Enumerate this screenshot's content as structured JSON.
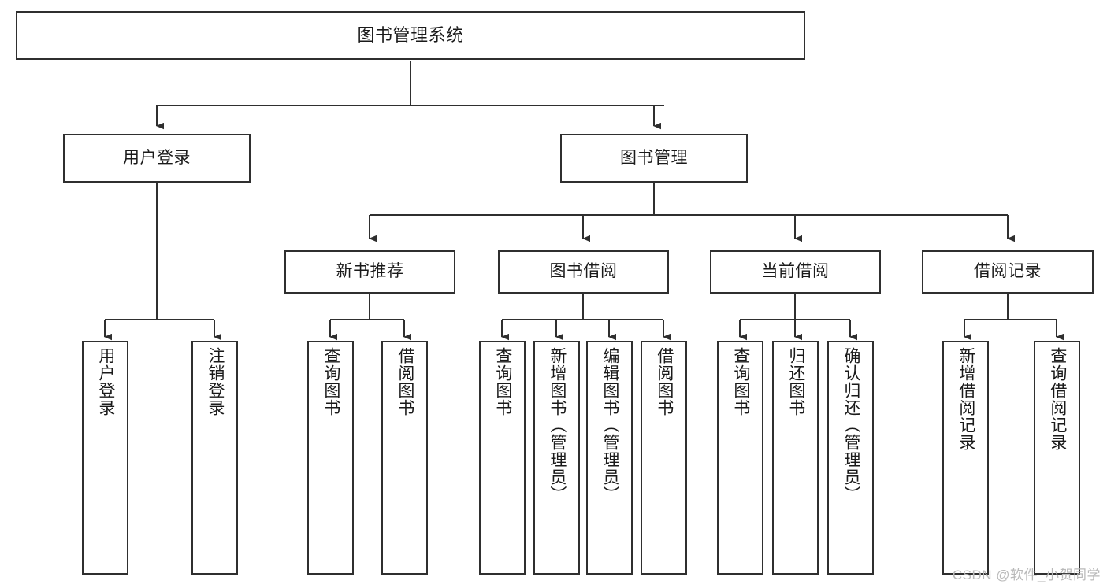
{
  "diagram": {
    "type": "tree-hierarchy",
    "title": "图书管理系统",
    "watermark": "CSDN @软件_小贺同学",
    "colors": {
      "box_border": "#2f2f2f",
      "box_fill": "#ffffff",
      "connector": "#2f2f2f",
      "text": "#1a1a1a",
      "watermark": "#b9b9b9",
      "background": "#ffffff"
    },
    "nodes": {
      "root": {
        "label": "图书管理系统",
        "orientation": "horizontal"
      },
      "level1": [
        {
          "id": "user-login",
          "label": "用户登录",
          "orientation": "horizontal"
        },
        {
          "id": "book-management",
          "label": "图书管理",
          "orientation": "horizontal"
        }
      ],
      "level2": [
        {
          "id": "new-book-recommend",
          "label": "新书推荐",
          "orientation": "horizontal"
        },
        {
          "id": "book-borrow",
          "label": "图书借阅",
          "orientation": "horizontal"
        },
        {
          "id": "current-borrow",
          "label": "当前借阅",
          "orientation": "horizontal"
        },
        {
          "id": "borrow-record",
          "label": "借阅记录",
          "orientation": "horizontal"
        }
      ],
      "leaves": [
        {
          "id": "leaf-user-login",
          "label": "用户登录",
          "parent": "user-login",
          "orientation": "vertical"
        },
        {
          "id": "leaf-logout",
          "label": "注销登录",
          "parent": "user-login",
          "orientation": "vertical"
        },
        {
          "id": "leaf-query-book-1",
          "label": "查询图书",
          "parent": "new-book-recommend",
          "orientation": "vertical"
        },
        {
          "id": "leaf-borrow-book-1",
          "label": "借阅图书",
          "parent": "new-book-recommend",
          "orientation": "vertical"
        },
        {
          "id": "leaf-query-book-2",
          "label": "查询图书",
          "parent": "book-borrow",
          "orientation": "vertical"
        },
        {
          "id": "leaf-add-book",
          "label": "新增图书（管理员）",
          "parent": "book-borrow",
          "orientation": "vertical"
        },
        {
          "id": "leaf-edit-book",
          "label": "编辑图书（管理员）",
          "parent": "book-borrow",
          "orientation": "vertical"
        },
        {
          "id": "leaf-borrow-book-2",
          "label": "借阅图书",
          "parent": "book-borrow",
          "orientation": "vertical"
        },
        {
          "id": "leaf-query-book-3",
          "label": "查询图书",
          "parent": "current-borrow",
          "orientation": "vertical"
        },
        {
          "id": "leaf-return-book",
          "label": "归还图书",
          "parent": "current-borrow",
          "orientation": "vertical"
        },
        {
          "id": "leaf-confirm-return",
          "label": "确认归还（管理员）",
          "parent": "current-borrow",
          "orientation": "vertical"
        },
        {
          "id": "leaf-add-record",
          "label": "新增借阅记录",
          "parent": "borrow-record",
          "orientation": "vertical"
        },
        {
          "id": "leaf-query-record",
          "label": "查询借阅记录",
          "parent": "borrow-record",
          "orientation": "vertical"
        }
      ]
    }
  }
}
